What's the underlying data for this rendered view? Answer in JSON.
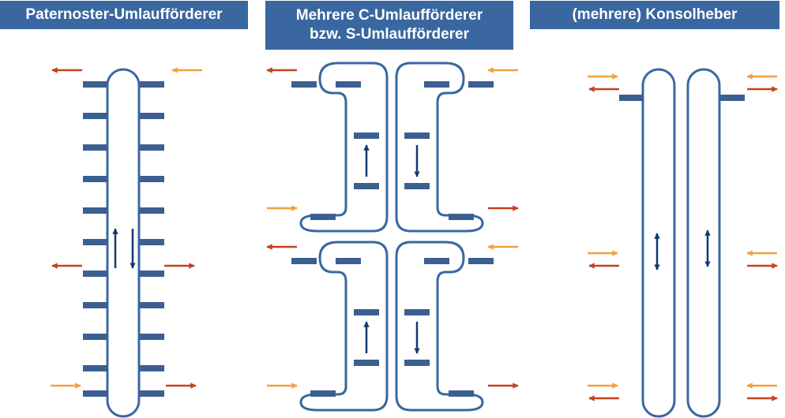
{
  "headers": {
    "paternoster": "Paternoster-Umlaufförderer",
    "c_line1": "Mehrere C-Umlaufförderer",
    "c_line2": "bzw. S-Umlaufförderer",
    "konsol": "(mehrere) Konsolheber"
  },
  "colors": {
    "header_bg": "#3a67a0",
    "outline": "#3a67a0",
    "shelf": "#3c5f91",
    "arrow_dark": "#103a6e",
    "arrow_out": "#c8401a",
    "arrow_in": "#f0a040"
  }
}
